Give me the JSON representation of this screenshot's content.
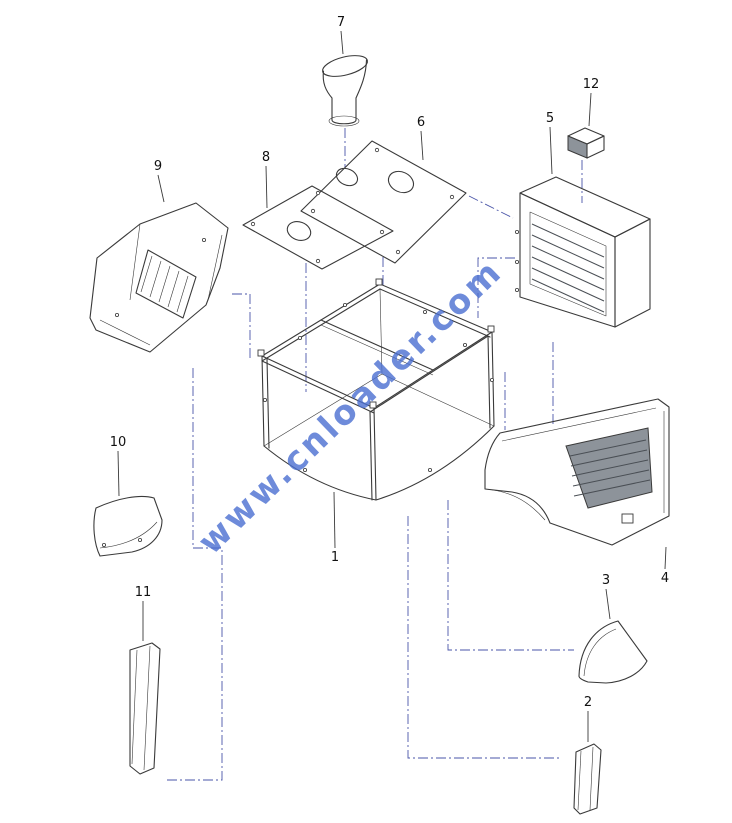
{
  "diagram": {
    "watermark": "www.cnloader.com",
    "colors": {
      "line": "#3a3a3a",
      "leader": "#4a55a8",
      "watermark": "#4a6fd1",
      "background": "#ffffff",
      "grille_fill": "#8d939a"
    },
    "parts": [
      {
        "num": "1",
        "name": "cab-main-frame"
      },
      {
        "num": "2",
        "name": "lower-right-strip"
      },
      {
        "num": "3",
        "name": "right-corner-panel"
      },
      {
        "num": "4",
        "name": "right-side-panel"
      },
      {
        "num": "5",
        "name": "rear-grille-door"
      },
      {
        "num": "6",
        "name": "roof-panel-upper"
      },
      {
        "num": "7",
        "name": "air-intake-spout"
      },
      {
        "num": "8",
        "name": "roof-panel-lower"
      },
      {
        "num": "9",
        "name": "left-side-panel"
      },
      {
        "num": "10",
        "name": "left-corner-panel"
      },
      {
        "num": "11",
        "name": "left-lower-strip"
      },
      {
        "num": "12",
        "name": "small-bracket"
      }
    ]
  },
  "labels": {
    "p1": "1",
    "p2": "2",
    "p3": "3",
    "p4": "4",
    "p5": "5",
    "p6": "6",
    "p7": "7",
    "p8": "8",
    "p9": "9",
    "p10": "10",
    "p11": "11",
    "p12": "12"
  }
}
